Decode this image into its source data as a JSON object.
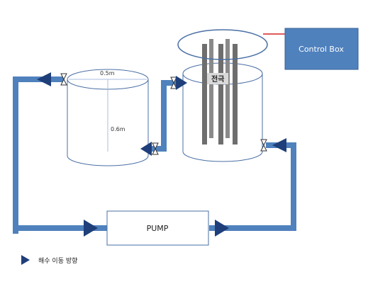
{
  "control_box": {
    "label": "Control Box"
  },
  "pump": {
    "label": "PUMP"
  },
  "tank_left": {
    "diameter_label": "0.5m",
    "height_label": "0.6m"
  },
  "tank_right": {
    "electrode_label": "전극"
  },
  "legend": {
    "text": "해수 이동 방향"
  },
  "colors": {
    "pipe": "#4f81bd",
    "arrow": "#1f3f7a",
    "control_box_fill": "#4f81bd",
    "signal_line": "#e05a5a",
    "electrode": "#707070"
  }
}
